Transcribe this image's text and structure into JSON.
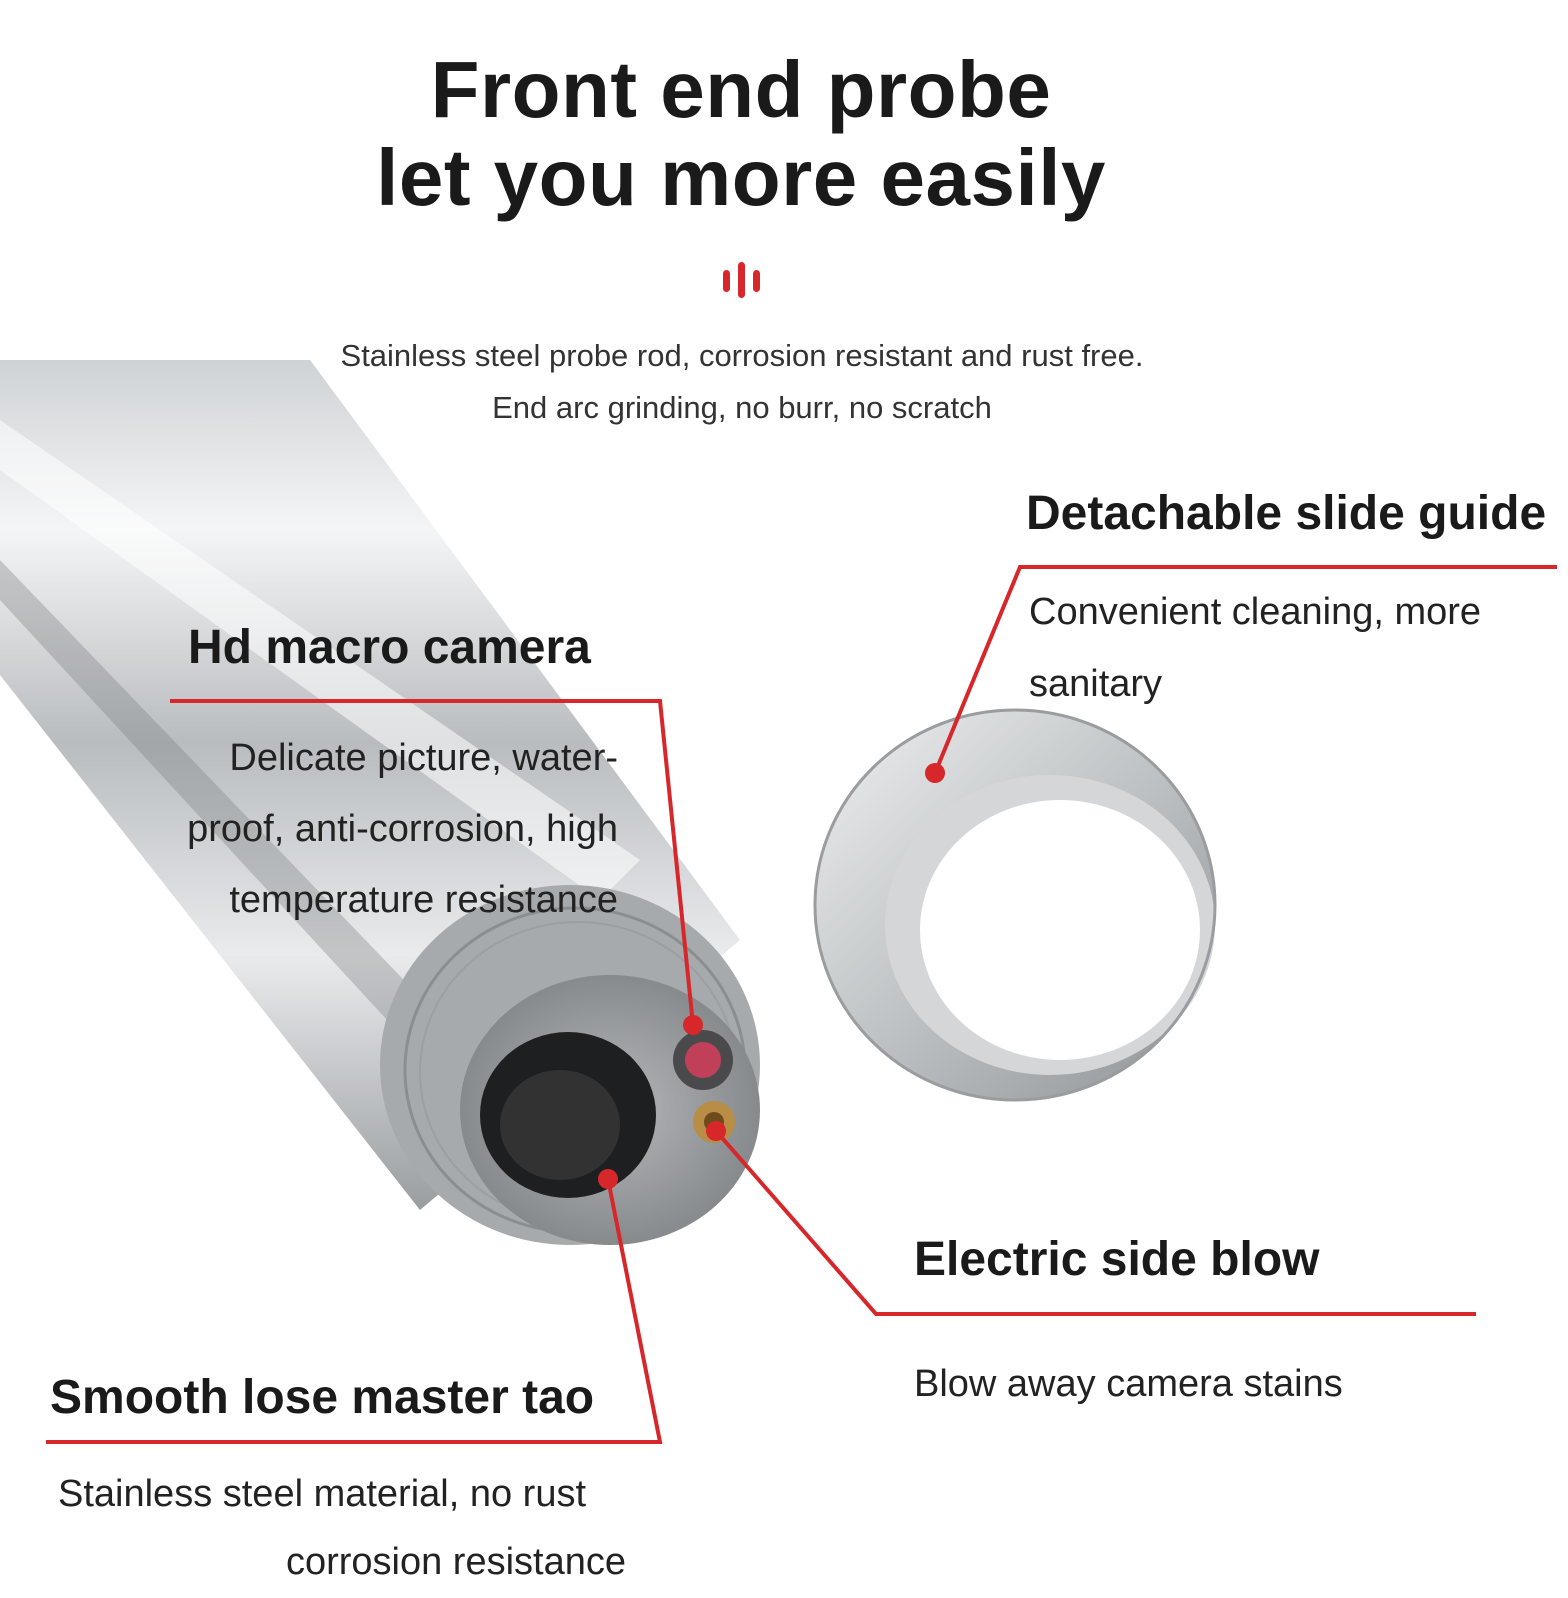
{
  "header": {
    "title_line1": "Front end probe",
    "title_line2": "let you more easily",
    "subtitle_line1": "Stainless steel probe rod, corrosion resistant and rust free.",
    "subtitle_line2": "End arc grinding, no burr, no scratch"
  },
  "features": {
    "slide_guide": {
      "title": "Detachable slide guide",
      "text_line1": "Convenient cleaning, more",
      "text_line2": "sanitary"
    },
    "camera": {
      "title": "Hd macro camera",
      "text_line1": "Delicate picture, water-",
      "text_line2": "proof, anti-corrosion, high",
      "text_line3": "temperature resistance"
    },
    "side_blow": {
      "title": "Electric side blow",
      "text": "Blow away camera stains"
    },
    "master_tao": {
      "title": "Smooth lose master tao",
      "text_line1": "Stainless steel material, no rust",
      "text_line2": "corrosion resistance"
    }
  },
  "colors": {
    "accent": "#d7272a",
    "text": "#1a1a1a",
    "metal_light": "#e6e8ea",
    "metal_dark": "#8a8d90"
  }
}
